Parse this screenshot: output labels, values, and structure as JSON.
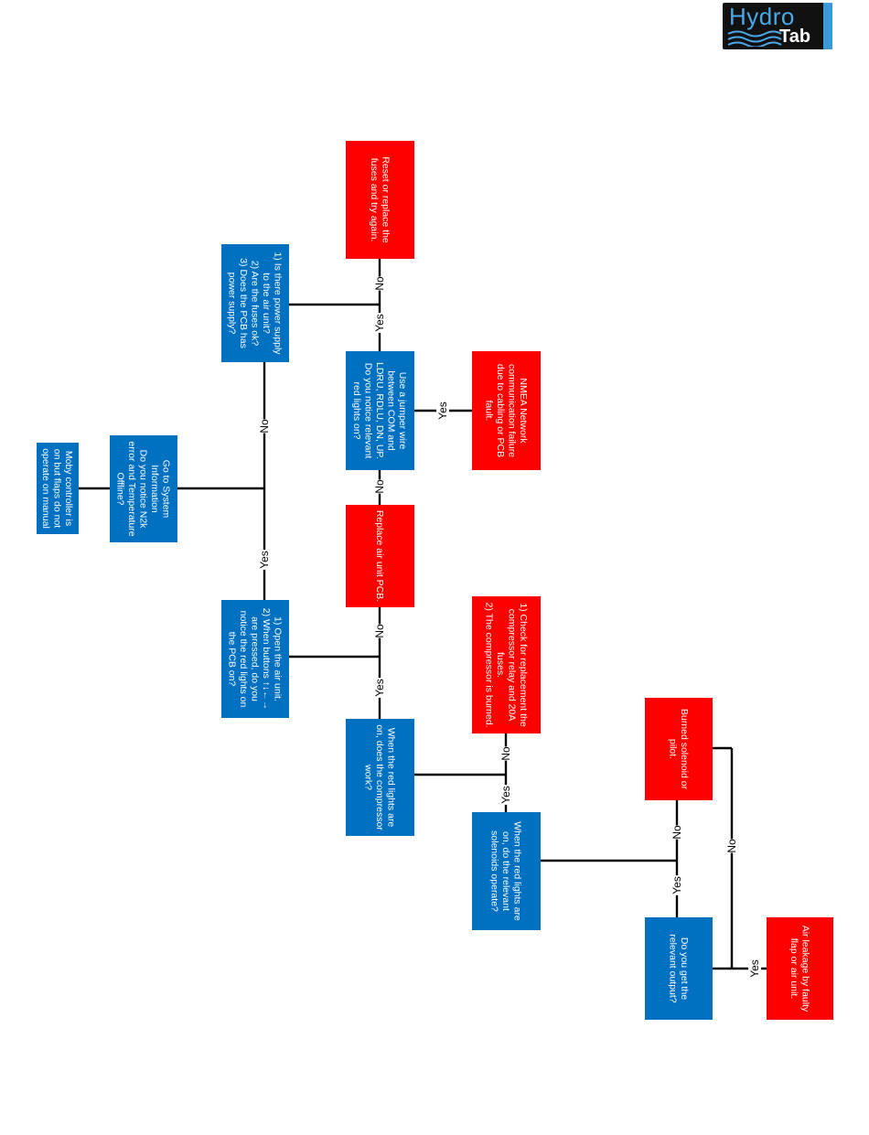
{
  "logo": {
    "word1": "Hydro",
    "word2": "Tab"
  },
  "colors": {
    "question": "#0070c0",
    "action": "#ff0000",
    "text": "#ffffff",
    "line": "#000000"
  },
  "nodes": {
    "start": [
      "Moby controller is",
      "on but flaps do not",
      "operate on manual"
    ],
    "n2k_check": [
      "Go to System",
      "Information",
      "Do you notice N2k",
      "error and Temperature",
      "Offline?"
    ],
    "power_check": [
      "1) Is there power supply",
      "to the air unit?",
      "2) Are the fuses ok?",
      "3) Does the PCB has",
      "power supply?"
    ],
    "reset_fuses": [
      "Reset or replace the",
      "fuses and try again."
    ],
    "jumper_test": [
      "Use a jumper wire",
      "between COM and",
      "LDRU, RDLU, DN, UP.",
      "Do you notice relevant",
      "red lights on?"
    ],
    "nmea_failure": [
      "NMEA Network",
      "communication failure",
      "due to cabling or PCB",
      "fault."
    ],
    "replace_pcb": [
      "Replace air unit PCB."
    ],
    "open_unit": [
      "1) Open the air unit.",
      "2) When buttons ↑↓←→",
      "are pressed, do you",
      "notice the red lights on",
      "the PCB on?"
    ],
    "compressor_check": [
      "When the red lights are",
      "on, does the compressor",
      "work?"
    ],
    "compressor_replace": [
      "1) Check for replacement the",
      "compressor relay and 20A",
      "fuses.",
      "2) The compressor is burned."
    ],
    "solenoids_check": [
      "When the red lights are",
      "on, do the relevant",
      "solenoids operate?"
    ],
    "burned_solenoid": [
      "Burned solenoid or",
      "pilot."
    ],
    "output_check": [
      "Do you get the",
      "relevant output?"
    ],
    "air_leakage": [
      "Air leakage by faulty",
      "flap or air unit."
    ]
  },
  "edge_labels": {
    "n2k_no": "No",
    "n2k_yes": "Yes",
    "power_yes": "Yes",
    "power_no": "No",
    "jumper_no": "No",
    "jumper_yes": "Yes",
    "open_yes": "Yes",
    "open_no": "No",
    "compressor_yes": "Yes",
    "compressor_no": "No",
    "solenoids_yes": "Yes",
    "solenoids_no": "No",
    "output_no": "No",
    "output_yes": "Yes"
  }
}
